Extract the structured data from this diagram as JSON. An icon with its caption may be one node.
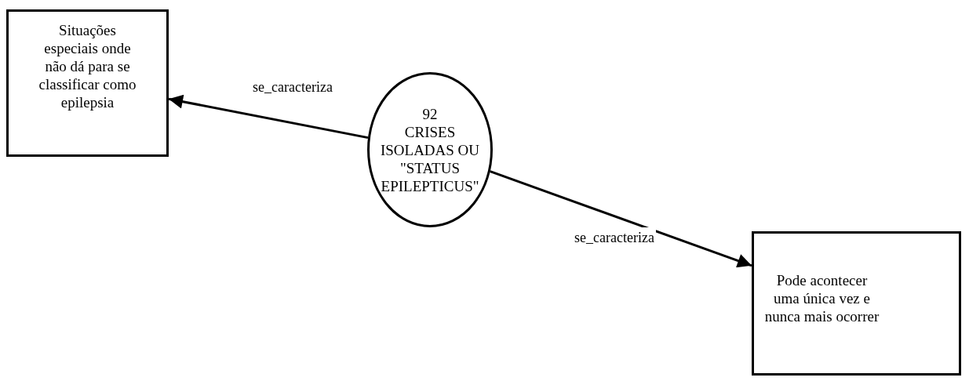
{
  "diagram": {
    "nodes": [
      {
        "text": [
          "Situações especiais onde não dá para se classificar como epilepsia"
        ]
      },
      {
        "text": [
          "92",
          "CRISES ISOLADAS OU \"STATUS EPILEPTICUS\""
        ]
      },
      {
        "text": [
          "Pode acontecer uma única vez e nunca mais ocorrer"
        ]
      }
    ],
    "edges": [
      {
        "from": 1,
        "to": 0,
        "arrow": "to",
        "label": "se_caracteriza"
      },
      {
        "from": 1,
        "to": 2,
        "arrow": "to",
        "label": "se_caracteriza"
      }
    ]
  }
}
